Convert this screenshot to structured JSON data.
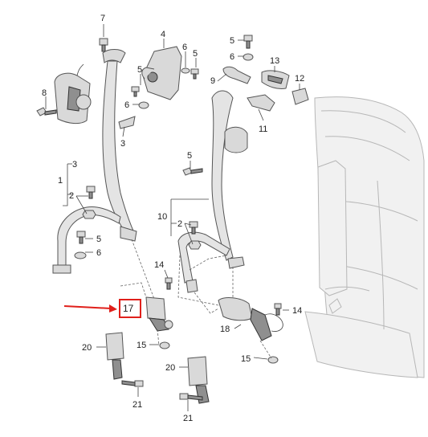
{
  "diagram": {
    "highlight_color": "#e0201b",
    "callouts": {
      "c7": "7",
      "c4": "4",
      "c6a": "6",
      "c5a": "5",
      "c5b": "5",
      "c6b": "6",
      "c13": "13",
      "c12": "12",
      "c9": "9",
      "c8": "8",
      "c5c": "5",
      "c6c": "6",
      "c3a": "3",
      "c11": "11",
      "c5d": "5",
      "c1": "1",
      "c3b": "3",
      "c2a": "2",
      "c5e": "5",
      "c6d": "6",
      "c10": "10",
      "c2b": "2",
      "c14a": "14",
      "c14b": "14",
      "c17": "17",
      "c18": "18",
      "c20a": "20",
      "c15a": "15",
      "c15b": "15",
      "c20b": "20",
      "c21a": "21",
      "c21b": "21"
    }
  }
}
